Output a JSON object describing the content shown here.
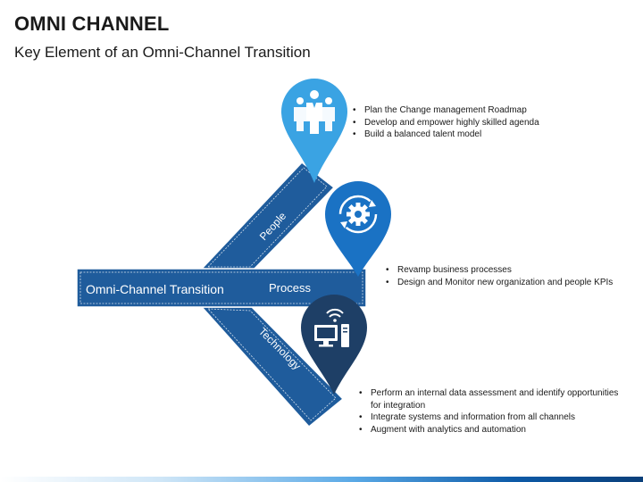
{
  "header": {
    "title": "OMNI CHANNEL",
    "subtitle": "Key Element of an Omni-Channel Transition"
  },
  "diagram": {
    "main_label": "Omni-Channel Transition",
    "branches": [
      {
        "label": "People",
        "icon": "people-icon",
        "pin_color": "#3aa3e3",
        "bullets": [
          "Plan the Change management Roadmap",
          "Develop and empower highly skilled agenda",
          "Build a balanced talent model"
        ]
      },
      {
        "label": "Process",
        "icon": "gear-cycle-icon",
        "pin_color": "#1a72c4",
        "bullets": [
          "Revamp business processes",
          "Design and Monitor new organization and people KPIs"
        ]
      },
      {
        "label": "Technology",
        "icon": "computer-wifi-icon",
        "pin_color": "#1e3f66",
        "bullets": [
          "Perform an internal data assessment and identify opportunities for integration",
          "Integrate systems and information from all channels",
          "Augment with analytics and automation"
        ]
      }
    ],
    "arrow_color": "#1f5c9c"
  }
}
